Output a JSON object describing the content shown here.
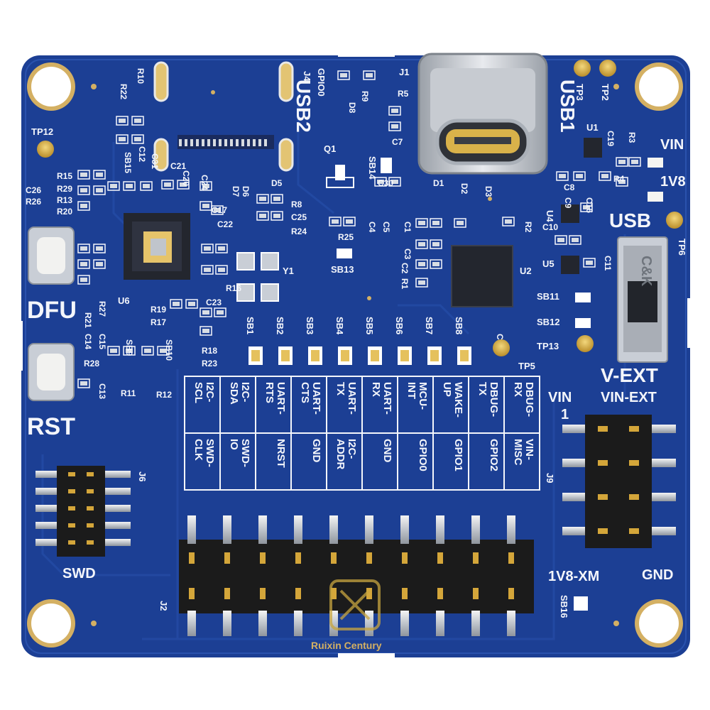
{
  "board": {
    "colors": {
      "pcb": "#1c3f94",
      "pcb_dark": "#163276",
      "silk": "#f4f6fb",
      "gold": "#d9b24a",
      "copper_pad": "#c9ced6",
      "header_plastic": "#1b1b1b"
    },
    "labels": {
      "dfu": "DFU",
      "rst": "RST",
      "swd": "SWD",
      "usb1": "USB1",
      "usb2": "USB2",
      "usb": "USB",
      "v_ext": "V-EXT",
      "vin": "VIN",
      "vin_ext": "VIN-EXT",
      "one": "1",
      "gnd": "GND",
      "v1v8_xm": "1V8-XM",
      "vin_led": "VIN",
      "v1v8_led": "1V8",
      "j1": "J1",
      "j2": "J2",
      "j4": "J4",
      "j6": "J6",
      "j9": "J9",
      "u1": "U1",
      "u2": "U2",
      "u4": "U4",
      "u5": "U5",
      "u6": "U6",
      "y1": "Y1",
      "q1": "Q1",
      "tp2": "TP2",
      "tp3": "TP3",
      "tp5": "TP5",
      "tp6": "TP6",
      "tp12": "TP12",
      "tp13": "TP13",
      "sb11": "SB11",
      "sb12": "SB12",
      "sb13": "SB13",
      "sb14": "SB14",
      "sb16": "SB16",
      "gpio0_top": "GPIO0",
      "switch_text": "C&K",
      "watermark": "Ruixin Century"
    },
    "sb_row": [
      "SB1",
      "SB2",
      "SB3",
      "SB4",
      "SB5",
      "SB6",
      "SB7",
      "SB8"
    ],
    "pin_table": {
      "top_row": [
        "I2C-\nSCL",
        "I2C-\nSDA",
        "UART-\nRTS",
        "UART-\nCTS",
        "UART-\nTX",
        "UART-\nRX",
        "MCU-\nINT",
        "WAKE-\nUP",
        "DBUG-\nTX",
        "DBUG-\nRX"
      ],
      "bottom_row": [
        "SWD-\nCLK",
        "SWD-\nIO",
        "NRST",
        "GND",
        "I2C-\nADDR",
        "GND",
        "GPIO0",
        "GPIO1",
        "GPIO2",
        "VIN-\nMISC"
      ]
    },
    "component_labels": [
      "R22",
      "R10",
      "SB15",
      "C12",
      "C31",
      "C21",
      "C20",
      "C24",
      "C26",
      "R15",
      "R29",
      "R13",
      "R20",
      "R26",
      "C17",
      "C22",
      "D7",
      "D6",
      "D5",
      "R8",
      "C25",
      "R24",
      "R16",
      "C23",
      "R19",
      "R17",
      "R18",
      "R23",
      "R27",
      "R21",
      "C15",
      "C14",
      "R28",
      "C13",
      "SB9",
      "SB10",
      "R11",
      "R12",
      "R5",
      "R9",
      "D8",
      "C7",
      "C30",
      "C4",
      "C5",
      "C1",
      "C3",
      "C2",
      "R1",
      "R25",
      "D1",
      "D2",
      "D3",
      "R2",
      "C19",
      "R3",
      "R4",
      "C9",
      "C16",
      "C8",
      "C10",
      "C11",
      "C6"
    ]
  }
}
